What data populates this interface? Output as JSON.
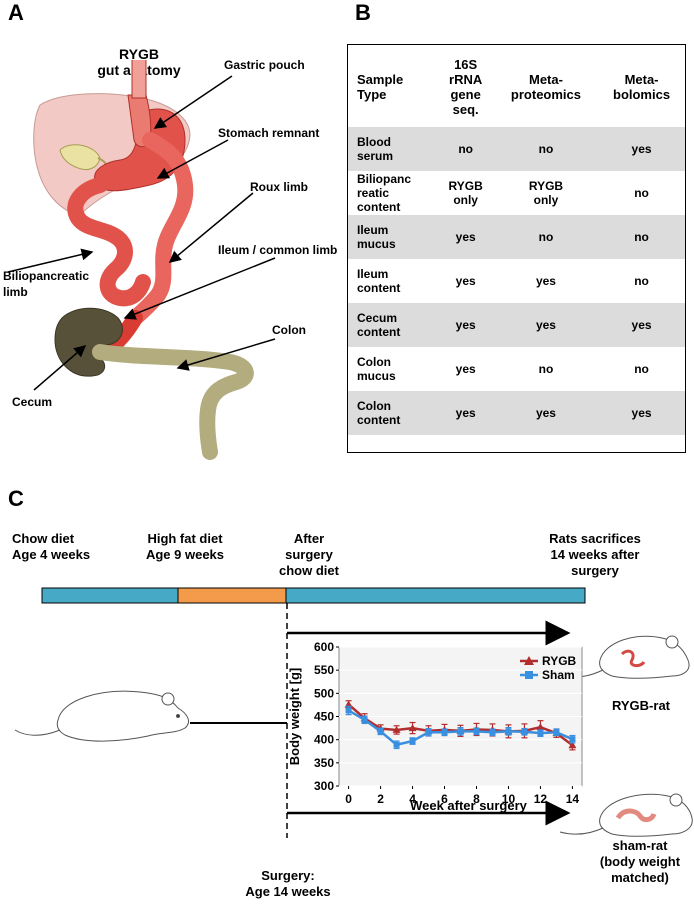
{
  "panel_a": {
    "letter": "A",
    "title_line1": "RYGB",
    "title_line2": "gut anatomy",
    "labels": {
      "gastric_pouch": "Gastric pouch",
      "stomach_remnant": "Stomach remnant",
      "roux_limb": "Roux limb",
      "ileum_common": "Ileum / common limb",
      "biliopancreatic1": "Biliopancreatic",
      "biliopancreatic2": "limb",
      "colon": "Colon",
      "cecum": "Cecum"
    }
  },
  "panel_b": {
    "letter": "B",
    "headers": [
      [
        "Sample",
        "Type"
      ],
      [
        "16S",
        "rRNA",
        "gene",
        "seq."
      ],
      [
        "Meta-",
        "proteomics"
      ],
      [
        "Meta-",
        "bolomics"
      ]
    ],
    "rows": [
      {
        "sample": [
          "Blood",
          "serum"
        ],
        "c16s": [
          "no"
        ],
        "prot": [
          "no"
        ],
        "metab": [
          "yes"
        ],
        "shade": true
      },
      {
        "sample": [
          "Biliopanc",
          "reatic",
          "content"
        ],
        "c16s": [
          "RYGB",
          "only"
        ],
        "prot": [
          "RYGB",
          "only"
        ],
        "metab": [
          "no"
        ],
        "shade": false
      },
      {
        "sample": [
          "Ileum",
          "mucus"
        ],
        "c16s": [
          "yes"
        ],
        "prot": [
          "no"
        ],
        "metab": [
          "no"
        ],
        "shade": true
      },
      {
        "sample": [
          "Ileum",
          "content"
        ],
        "c16s": [
          "yes"
        ],
        "prot": [
          "yes"
        ],
        "metab": [
          "no"
        ],
        "shade": false
      },
      {
        "sample": [
          "Cecum",
          "content"
        ],
        "c16s": [
          "yes"
        ],
        "prot": [
          "yes"
        ],
        "metab": [
          "yes"
        ],
        "shade": true
      },
      {
        "sample": [
          "Colon",
          "mucus"
        ],
        "c16s": [
          "yes"
        ],
        "prot": [
          "no"
        ],
        "metab": [
          "no"
        ],
        "shade": false
      },
      {
        "sample": [
          "Colon",
          "content"
        ],
        "c16s": [
          "yes"
        ],
        "prot": [
          "yes"
        ],
        "metab": [
          "yes"
        ],
        "shade": true
      }
    ]
  },
  "panel_c": {
    "letter": "C",
    "chow_line1": "Chow diet",
    "chow_line2": "Age 4 weeks",
    "hfd_line1": "High fat diet",
    "hfd_line2": "Age 9 weeks",
    "after_line1": "After",
    "after_line2": "surgery",
    "after_line3": "chow diet",
    "sacr_line1": "Rats sacrifices",
    "sacr_line2": "14 weeks after",
    "sacr_line3": "surgery",
    "surgery_line1": "Surgery:",
    "surgery_line2": "Age 14 weeks",
    "rygb_rat": "RYGB-rat",
    "sham_line1": "sham-rat",
    "sham_line2": "(body weight",
    "sham_line3": "matched)",
    "colors": {
      "chow": "#46aac6",
      "hfd": "#f39b4a",
      "rygb": "#b22e2e",
      "sham": "#3a8fde"
    }
  },
  "chart_data": {
    "type": "line",
    "xlabel": "Week after surgery",
    "ylabel": "Body weight [g]",
    "xlim": [
      -0.6,
      14.6
    ],
    "ylim": [
      300,
      600
    ],
    "xticks": [
      0,
      2,
      4,
      6,
      8,
      10,
      12,
      14
    ],
    "yticks": [
      300,
      350,
      400,
      450,
      500,
      550,
      600
    ],
    "x": [
      0,
      1,
      2,
      3,
      4,
      5,
      6,
      7,
      8,
      9,
      10,
      11,
      12,
      13,
      14
    ],
    "legend_position": "top-right",
    "series": [
      {
        "name": "RYGB",
        "color": "#b22e2e",
        "marker": "triangle",
        "values": [
          476,
          446,
          424,
          421,
          425,
          419,
          421,
          419,
          422,
          421,
          418,
          419,
          427,
          414,
          388
        ],
        "errors": [
          8,
          10,
          8,
          9,
          12,
          11,
          12,
          12,
          13,
          13,
          14,
          15,
          14,
          9,
          10
        ]
      },
      {
        "name": "Sham",
        "color": "#3a8fde",
        "marker": "square",
        "values": [
          463,
          443,
          418,
          389,
          397,
          416,
          416,
          418,
          418,
          416,
          418,
          417,
          414,
          416,
          401
        ],
        "errors": [
          9,
          8,
          7,
          8,
          7,
          8,
          7,
          8,
          7,
          7,
          8,
          7,
          7,
          7,
          8
        ]
      }
    ]
  }
}
